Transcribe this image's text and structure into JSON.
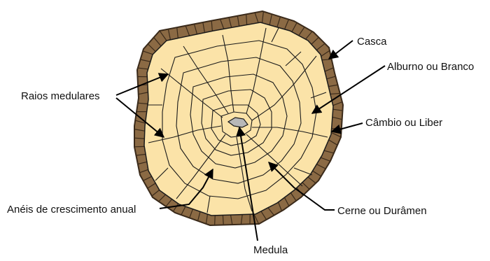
{
  "labels": {
    "casca": "Casca",
    "alburno": "Alburno ou Branco",
    "cambio": "Câmbio ou Liber",
    "raios": "Raios medulares",
    "aneis": "Anéis de crescimento anual",
    "cerne": "Cerne ou Durâmen",
    "medula": "Medula"
  },
  "colors": {
    "bark": "#8b6a44",
    "bark_line": "#3a2a1a",
    "sapwood": "#fbe3a8",
    "heartwood": "#f5d58f",
    "pith": "#b8b8b8",
    "line": "#1a1a1a"
  }
}
